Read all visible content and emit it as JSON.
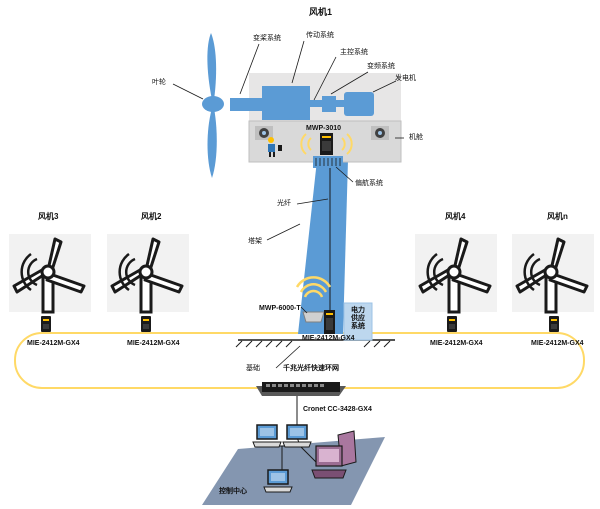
{
  "labels": {
    "title": "风机1",
    "blade": "叶轮",
    "pitch_system": "变桨系统",
    "drive_system": "传动系统",
    "main_control": "主控系统",
    "converter": "变频系统",
    "generator": "发电机",
    "nacelle": "机舱",
    "yaw_system": "偏航系统",
    "fiber": "光纤",
    "tower": "塔架",
    "foundation": "基础",
    "nacelle_device": "MWP-3010",
    "tower_device": "MWP-6000-T",
    "power_supply": "电力供应系统",
    "tower_switch": "MIE-2412M-GX4",
    "ring_network": "千兆光纤快速环网",
    "core_switch": "Cronet CC-3428-GX4",
    "control_center": "控制中心"
  },
  "turbines": [
    {
      "name": "风机3",
      "switch": "MIE-2412M-GX4"
    },
    {
      "name": "风机2",
      "switch": "MIE-2412M-GX4"
    },
    {
      "name": "风机4",
      "switch": "MIE-2412M-GX4"
    },
    {
      "name": "风机n",
      "switch": "MIE-2412M-GX4"
    }
  ],
  "colors": {
    "tower_blue": "#5b9bd5",
    "nacelle_gray": "#d9d9d9",
    "ring_yellow": "#ffd966",
    "platform_gray": "#8496b0",
    "icon_dark": "#1a1a1a"
  }
}
